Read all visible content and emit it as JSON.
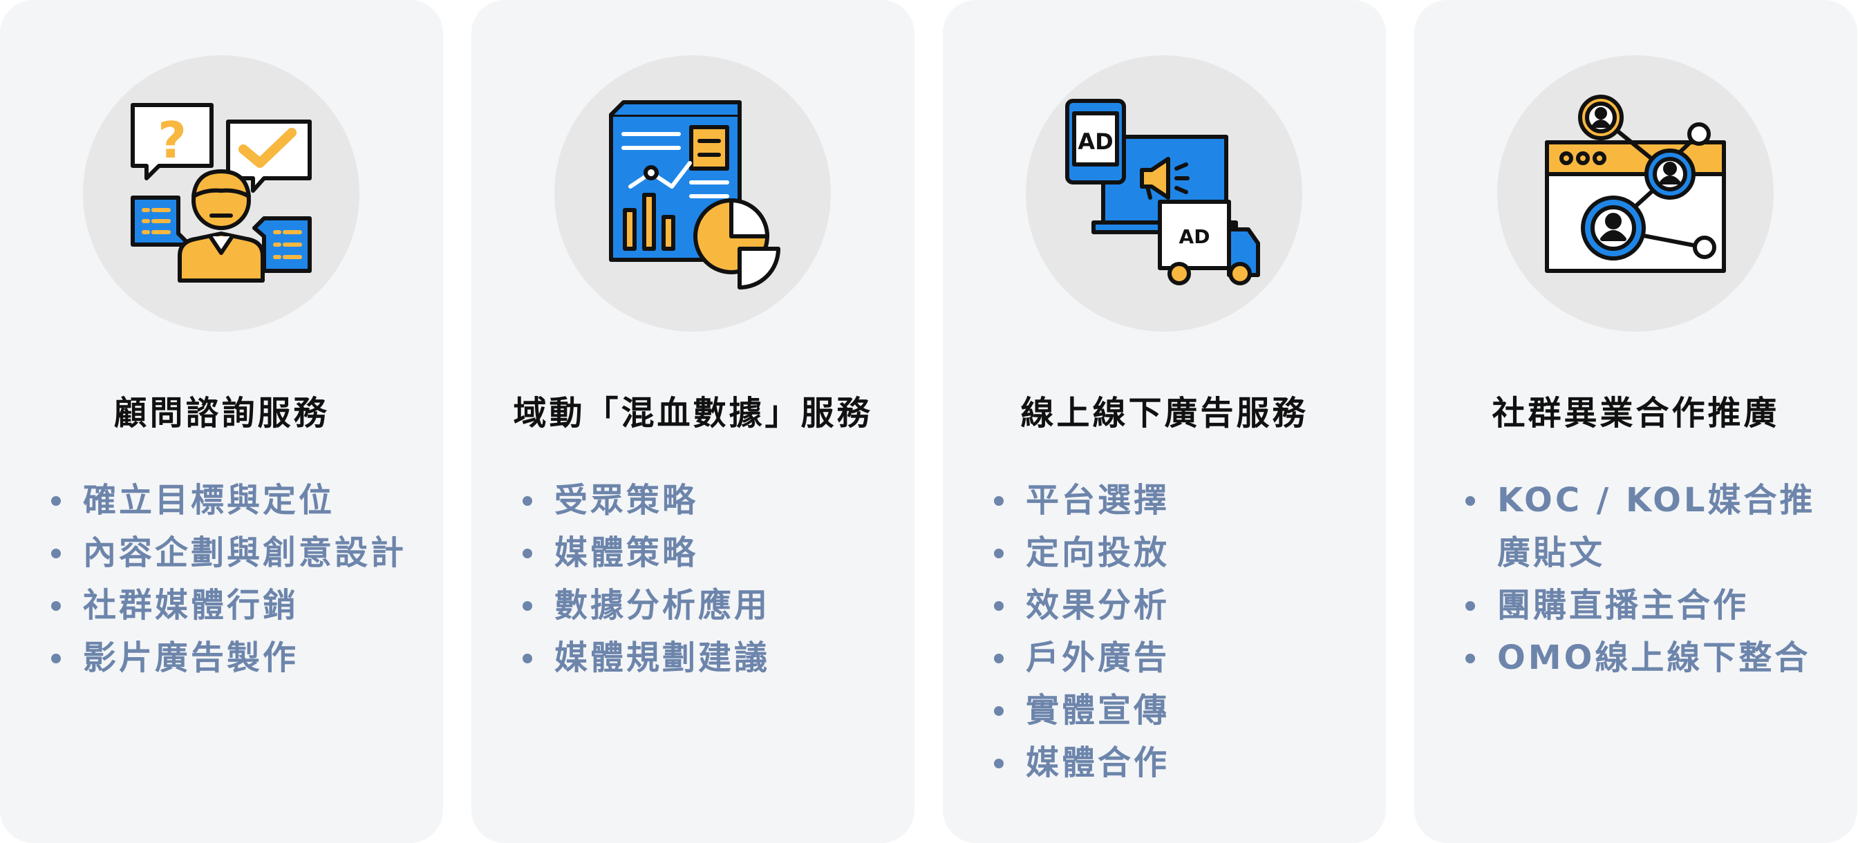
{
  "cards": [
    {
      "icon": "consultant-icon",
      "title": "顧問諮詢服務",
      "items": [
        "確立目標與定位",
        "內容企劃與創意設計",
        "社群媒體行銷",
        "影片廣告製作"
      ]
    },
    {
      "icon": "data-report-icon",
      "title": "域動「混血數據」服務",
      "items": [
        "受眾策略",
        "媒體策略",
        "數據分析應用",
        "媒體規劃建議"
      ]
    },
    {
      "icon": "advertising-icon",
      "title": "線上線下廣告服務",
      "items": [
        "平台選擇",
        "定向投放",
        "效果分析",
        "戶外廣告",
        "實體宣傳",
        "媒體合作"
      ]
    },
    {
      "icon": "social-network-icon",
      "title": "社群異業合作推廣",
      "items": [
        "KOC / KOL媒合推廣貼文",
        "團購直播主合作",
        "OMO線上線下整合"
      ]
    }
  ],
  "icon_text": {
    "ad_label": "AD",
    "question_mark": "?"
  },
  "colors": {
    "card_bg": "#f4f5f7",
    "icon_circle": "#e7e7e7",
    "title": "#111111",
    "list_text": "#6d85ab",
    "icon_blue": "#1f86e8",
    "icon_yellow": "#f8b73f",
    "icon_outline": "#111111"
  }
}
